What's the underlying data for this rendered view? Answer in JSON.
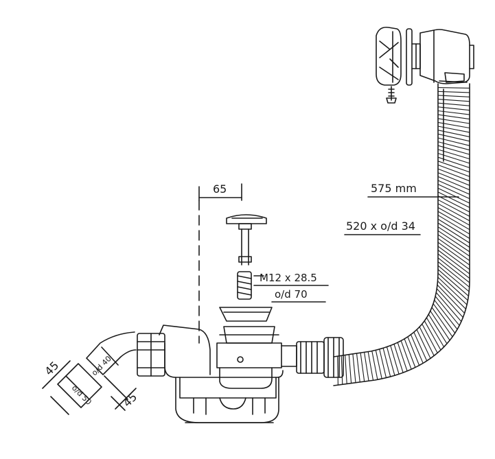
{
  "labels": {
    "gap": "65",
    "hose_length": "575 mm",
    "hose_size": "520 x o/d 34",
    "screw": "M12 x 28.5",
    "waste_od": "o/d 70",
    "elbow_od": "o/d 40",
    "outlet_od": "o/d 50",
    "angle_left": "45",
    "angle_bottom": "45"
  },
  "colors": {
    "ink": "#1a1a1a",
    "fill": "#ffffff"
  }
}
